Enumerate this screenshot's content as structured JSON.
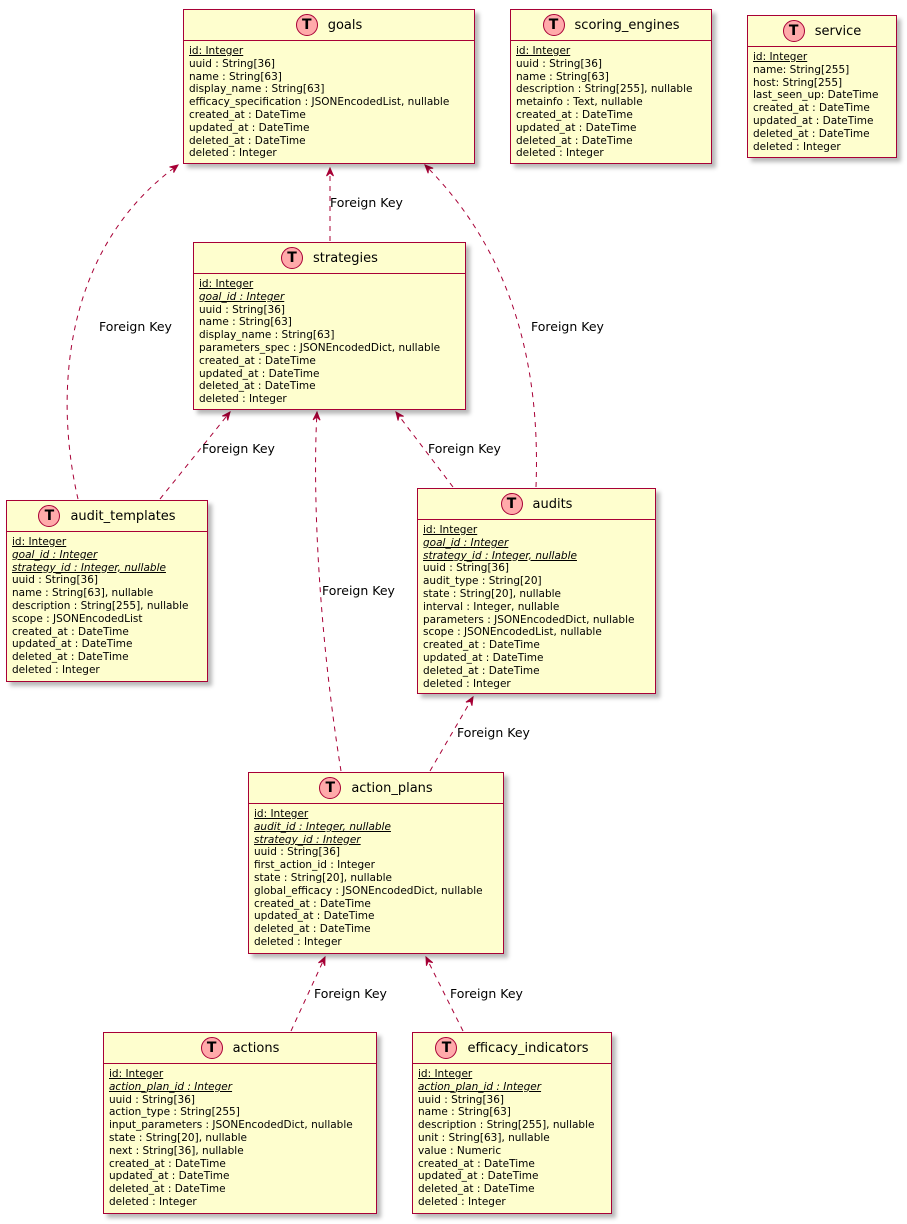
{
  "colors": {
    "entity_fill": "#FEFECE",
    "entity_border": "#A80036",
    "badge_fill": "#FFAAAA",
    "edge": "#A80036"
  },
  "badge_letter": "T",
  "entities": {
    "goals": {
      "name": "goals",
      "fields": [
        {
          "text": "id: Integer",
          "kind": "pk"
        },
        {
          "text": "uuid : String[36]"
        },
        {
          "text": "name : String[63]"
        },
        {
          "text": "display_name : String[63]"
        },
        {
          "text": "efficacy_specification : JSONEncodedList, nullable"
        },
        {
          "text": "created_at : DateTime"
        },
        {
          "text": "updated_at : DateTime"
        },
        {
          "text": "deleted_at : DateTime"
        },
        {
          "text": "deleted : Integer"
        }
      ]
    },
    "scoring_engines": {
      "name": "scoring_engines",
      "fields": [
        {
          "text": "id: Integer",
          "kind": "pk"
        },
        {
          "text": "uuid : String[36]"
        },
        {
          "text": "name : String[63]"
        },
        {
          "text": "description : String[255], nullable"
        },
        {
          "text": "metainfo : Text, nullable"
        },
        {
          "text": "created_at : DateTime"
        },
        {
          "text": "updated_at : DateTime"
        },
        {
          "text": "deleted_at : DateTime"
        },
        {
          "text": "deleted : Integer"
        }
      ]
    },
    "service": {
      "name": "service",
      "fields": [
        {
          "text": "id: Integer",
          "kind": "pk"
        },
        {
          "text": "name: String[255]"
        },
        {
          "text": "host: String[255]"
        },
        {
          "text": "last_seen_up: DateTime"
        },
        {
          "text": "created_at : DateTime"
        },
        {
          "text": "updated_at : DateTime"
        },
        {
          "text": "deleted_at : DateTime"
        },
        {
          "text": "deleted : Integer"
        }
      ]
    },
    "strategies": {
      "name": "strategies",
      "fields": [
        {
          "text": "id: Integer",
          "kind": "pk"
        },
        {
          "text": "goal_id : Integer",
          "kind": "fk"
        },
        {
          "text": "uuid : String[36]"
        },
        {
          "text": "name : String[63]"
        },
        {
          "text": "display_name : String[63]"
        },
        {
          "text": "parameters_spec : JSONEncodedDict, nullable"
        },
        {
          "text": "created_at : DateTime"
        },
        {
          "text": "updated_at : DateTime"
        },
        {
          "text": "deleted_at : DateTime"
        },
        {
          "text": "deleted : Integer"
        }
      ]
    },
    "audit_templates": {
      "name": "audit_templates",
      "fields": [
        {
          "text": "id: Integer",
          "kind": "pk"
        },
        {
          "text": "goal_id : Integer",
          "kind": "fk"
        },
        {
          "text": "strategy_id : Integer, nullable",
          "kind": "fk"
        },
        {
          "text": "uuid : String[36]"
        },
        {
          "text": "name : String[63], nullable"
        },
        {
          "text": "description : String[255], nullable"
        },
        {
          "text": "scope : JSONEncodedList"
        },
        {
          "text": "created_at : DateTime"
        },
        {
          "text": "updated_at : DateTime"
        },
        {
          "text": "deleted_at : DateTime"
        },
        {
          "text": "deleted : Integer"
        }
      ]
    },
    "audits": {
      "name": "audits",
      "fields": [
        {
          "text": "id: Integer",
          "kind": "pk"
        },
        {
          "text": "goal_id : Integer",
          "kind": "fk"
        },
        {
          "text": "strategy_id : Integer, nullable",
          "kind": "fk"
        },
        {
          "text": "uuid : String[36]"
        },
        {
          "text": "audit_type : String[20]"
        },
        {
          "text": "state : String[20], nullable"
        },
        {
          "text": "interval : Integer, nullable"
        },
        {
          "text": "parameters : JSONEncodedDict, nullable"
        },
        {
          "text": "scope : JSONEncodedList, nullable"
        },
        {
          "text": "created_at : DateTime"
        },
        {
          "text": "updated_at : DateTime"
        },
        {
          "text": "deleted_at : DateTime"
        },
        {
          "text": "deleted : Integer"
        }
      ]
    },
    "action_plans": {
      "name": "action_plans",
      "fields": [
        {
          "text": "id: Integer",
          "kind": "pk"
        },
        {
          "text": "audit_id : Integer, nullable",
          "kind": "fk"
        },
        {
          "text": "strategy_id : Integer",
          "kind": "fk"
        },
        {
          "text": "uuid : String[36]"
        },
        {
          "text": "first_action_id : Integer"
        },
        {
          "text": "state : String[20], nullable"
        },
        {
          "text": "global_efficacy : JSONEncodedDict, nullable"
        },
        {
          "text": "created_at : DateTime"
        },
        {
          "text": "updated_at : DateTime"
        },
        {
          "text": "deleted_at : DateTime"
        },
        {
          "text": "deleted : Integer"
        }
      ]
    },
    "actions": {
      "name": "actions",
      "fields": [
        {
          "text": "id: Integer",
          "kind": "pk"
        },
        {
          "text": "action_plan_id : Integer",
          "kind": "fk"
        },
        {
          "text": "uuid : String[36]"
        },
        {
          "text": "action_type : String[255]"
        },
        {
          "text": "input_parameters : JSONEncodedDict, nullable"
        },
        {
          "text": "state : String[20], nullable"
        },
        {
          "text": "next : String[36], nullable"
        },
        {
          "text": "created_at : DateTime"
        },
        {
          "text": "updated_at : DateTime"
        },
        {
          "text": "deleted_at : DateTime"
        },
        {
          "text": "deleted : Integer"
        }
      ]
    },
    "efficacy_indicators": {
      "name": "efficacy_indicators",
      "fields": [
        {
          "text": "id: Integer",
          "kind": "pk"
        },
        {
          "text": "action_plan_id : Integer",
          "kind": "fk"
        },
        {
          "text": "uuid : String[36]"
        },
        {
          "text": "name : String[63]"
        },
        {
          "text": "description : String[255], nullable"
        },
        {
          "text": "unit : String[63], nullable"
        },
        {
          "text": "value : Numeric"
        },
        {
          "text": "created_at : DateTime"
        },
        {
          "text": "updated_at : DateTime"
        },
        {
          "text": "deleted_at : DateTime"
        },
        {
          "text": "deleted : Integer"
        }
      ]
    }
  },
  "relations": [
    {
      "from": "strategies",
      "to": "goals",
      "label": "Foreign Key"
    },
    {
      "from": "audit_templates",
      "to": "goals",
      "label": "Foreign Key"
    },
    {
      "from": "audits",
      "to": "goals",
      "label": "Foreign Key"
    },
    {
      "from": "audit_templates",
      "to": "strategies",
      "label": "Foreign Key"
    },
    {
      "from": "audits",
      "to": "strategies",
      "label": "Foreign Key"
    },
    {
      "from": "action_plans",
      "to": "strategies",
      "label": "Foreign Key"
    },
    {
      "from": "action_plans",
      "to": "audits",
      "label": "Foreign Key"
    },
    {
      "from": "actions",
      "to": "action_plans",
      "label": "Foreign Key"
    },
    {
      "from": "efficacy_indicators",
      "to": "action_plans",
      "label": "Foreign Key"
    }
  ]
}
